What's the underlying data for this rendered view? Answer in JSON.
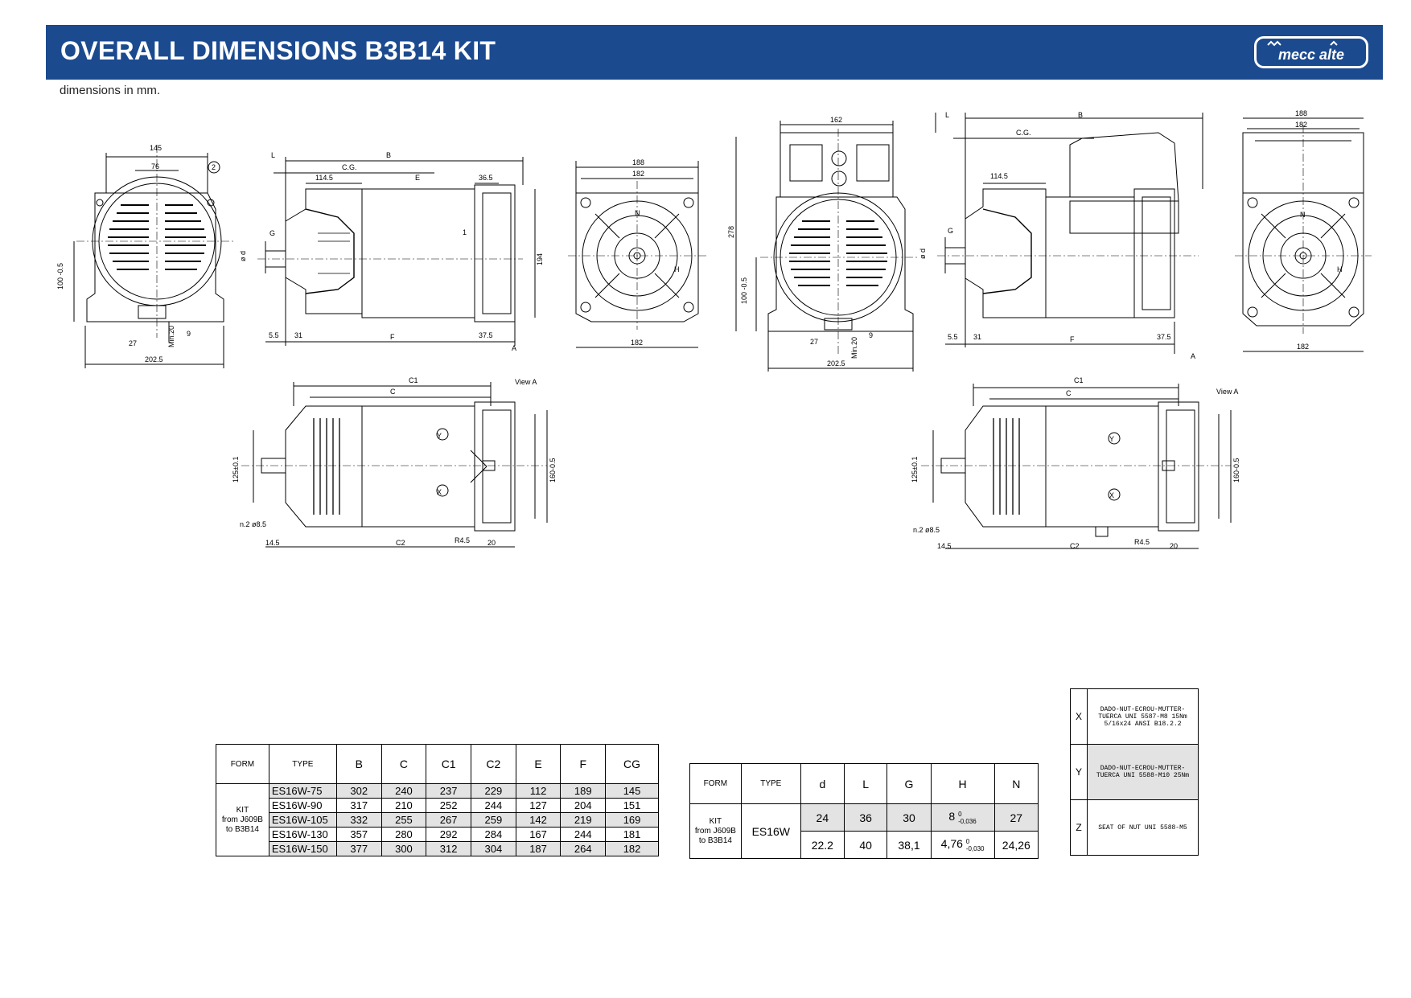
{
  "header": {
    "title": "OVERALL DIMENSIONS B3B14 KIT",
    "logo_text": "mecc alte"
  },
  "subtitle": "dimensions in mm.",
  "drawing_labels": {
    "front_left": {
      "w145": "145",
      "w76": "76",
      "h100": "100 -0.5",
      "d27": "27",
      "min20": "Min.20",
      "d9": "9",
      "w2025": "202.5",
      "callout2": "2"
    },
    "side_left": {
      "L": "L",
      "B": "B",
      "CG": "C.G.",
      "d1145": "114.5",
      "E": "E",
      "d365": "36.5",
      "G": "G",
      "phid": "ø d",
      "d194": "194",
      "d55": "5.5",
      "d31": "31",
      "F": "F",
      "d375": "37.5",
      "A": "A",
      "one": "1"
    },
    "rear_left": {
      "d188": "188",
      "d182": "182",
      "N": "N",
      "H": "H",
      "d182b": "182"
    },
    "front_right": {
      "d162": "162",
      "d278": "278",
      "h100": "100 -0.5",
      "d27": "27",
      "min20": "Min.20",
      "d9": "9",
      "w2025": "202.5"
    },
    "side_right": {
      "L": "L",
      "B": "B",
      "CG": "C.G.",
      "d1145": "114.5",
      "G": "G",
      "phid": "ø d",
      "d55": "5.5",
      "d31": "31",
      "F": "F",
      "d375": "37.5",
      "A": "A"
    },
    "rear_right": {
      "d188": "188",
      "d182": "182",
      "N": "N",
      "H": "H",
      "d182b": "182"
    },
    "top_left": {
      "C1": "C1",
      "C": "C",
      "viewA": "View A",
      "d125": "125±0.1",
      "d160": "160-0.5",
      "Y": "Y",
      "X": "X",
      "n2": "n.2 ø8.5",
      "d145": "14.5",
      "C2": "C2",
      "R45": "R4.5",
      "d20": "20"
    },
    "top_right": {
      "C1": "C1",
      "C": "C",
      "viewA": "View A",
      "d125": "125±0.1",
      "d160": "160-0.5",
      "Y": "Y",
      "X": "X",
      "n2": "n.2 ø8.5",
      "d145": "14.5",
      "C2": "C2",
      "R45": "R4.5",
      "d20": "20"
    }
  },
  "table1": {
    "headers": [
      "FORM",
      "TYPE",
      "B",
      "C",
      "C1",
      "C2",
      "E",
      "F",
      "CG"
    ],
    "form_label": [
      "KIT",
      "from J609B",
      "to B3B14"
    ],
    "rows": [
      [
        "ES16W-75",
        "302",
        "240",
        "237",
        "229",
        "112",
        "189",
        "145"
      ],
      [
        "ES16W-90",
        "317",
        "210",
        "252",
        "244",
        "127",
        "204",
        "151"
      ],
      [
        "ES16W-105",
        "332",
        "255",
        "267",
        "259",
        "142",
        "219",
        "169"
      ],
      [
        "ES16W-130",
        "357",
        "280",
        "292",
        "284",
        "167",
        "244",
        "181"
      ],
      [
        "ES16W-150",
        "377",
        "300",
        "312",
        "304",
        "187",
        "264",
        "182"
      ]
    ]
  },
  "table2": {
    "headers": [
      "FORM",
      "TYPE",
      "d",
      "L",
      "G",
      "H",
      "N"
    ],
    "form_label": [
      "KIT",
      "from J609B",
      "to B3B14"
    ],
    "type": "ES16W",
    "row1": {
      "d": "24",
      "L": "36",
      "G": "30",
      "H": "8",
      "H_tol_upper": "0",
      "H_tol_lower": "-0,036",
      "N": "27"
    },
    "row2": {
      "d": "22.2",
      "L": "40",
      "G": "38,1",
      "H": "4,76",
      "H_tol_upper": "0",
      "H_tol_lower": "-0,030",
      "N": "24,26"
    }
  },
  "table3": {
    "rows": [
      {
        "key": "X",
        "lines": [
          "DADO-NUT-ECROU-MUTTER-",
          "TUERCA UNI 5587-M8 15Nm",
          "5/16x24 ANSI B18.2.2"
        ]
      },
      {
        "key": "Y",
        "lines": [
          "DADO-NUT-ECROU-MUTTER-",
          "TUERCA UNI 5588-M10 25Nm"
        ]
      },
      {
        "key": "Z",
        "lines": [
          "SEAT OF NUT UNI 5588-M5"
        ]
      }
    ]
  },
  "colors": {
    "header_bg": "#1b4a8f",
    "header_text": "#ffffff",
    "table_shade": "#e3e3e3"
  }
}
